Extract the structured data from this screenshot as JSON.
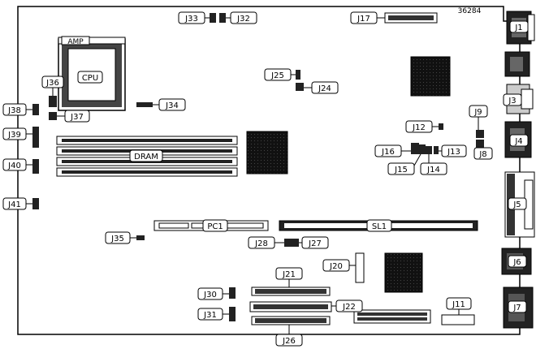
{
  "figure_code": "36284",
  "components": {
    "cpu": "CPU",
    "amp": "AMP",
    "dram": "DRAM",
    "pc1": "PC1",
    "sl1": "SL1"
  },
  "jumpers": {
    "j1": "J1",
    "j3": "J3",
    "j4": "J4",
    "j5": "J5",
    "j6": "J6",
    "j7": "J7",
    "j8": "J8",
    "j9": "J9",
    "j11": "J11",
    "j12": "J12",
    "j13": "J13",
    "j14": "J14",
    "j15": "J15",
    "j16": "J16",
    "j17": "J17",
    "j20": "J20",
    "j21": "J21",
    "j22": "J22",
    "j24": "J24",
    "j25": "J25",
    "j26": "J26",
    "j27": "J27",
    "j28": "J28",
    "j30": "J30",
    "j31": "J31",
    "j32": "J32",
    "j33": "J33",
    "j34": "J34",
    "j35": "J35",
    "j36": "J36",
    "j37": "J37",
    "j38": "J38",
    "j39": "J39",
    "j40": "J40",
    "j41": "J41"
  },
  "colors": {
    "ink": "#000000",
    "paper": "#ffffff",
    "chip": "#111111",
    "shade": "#bbbbbb"
  }
}
